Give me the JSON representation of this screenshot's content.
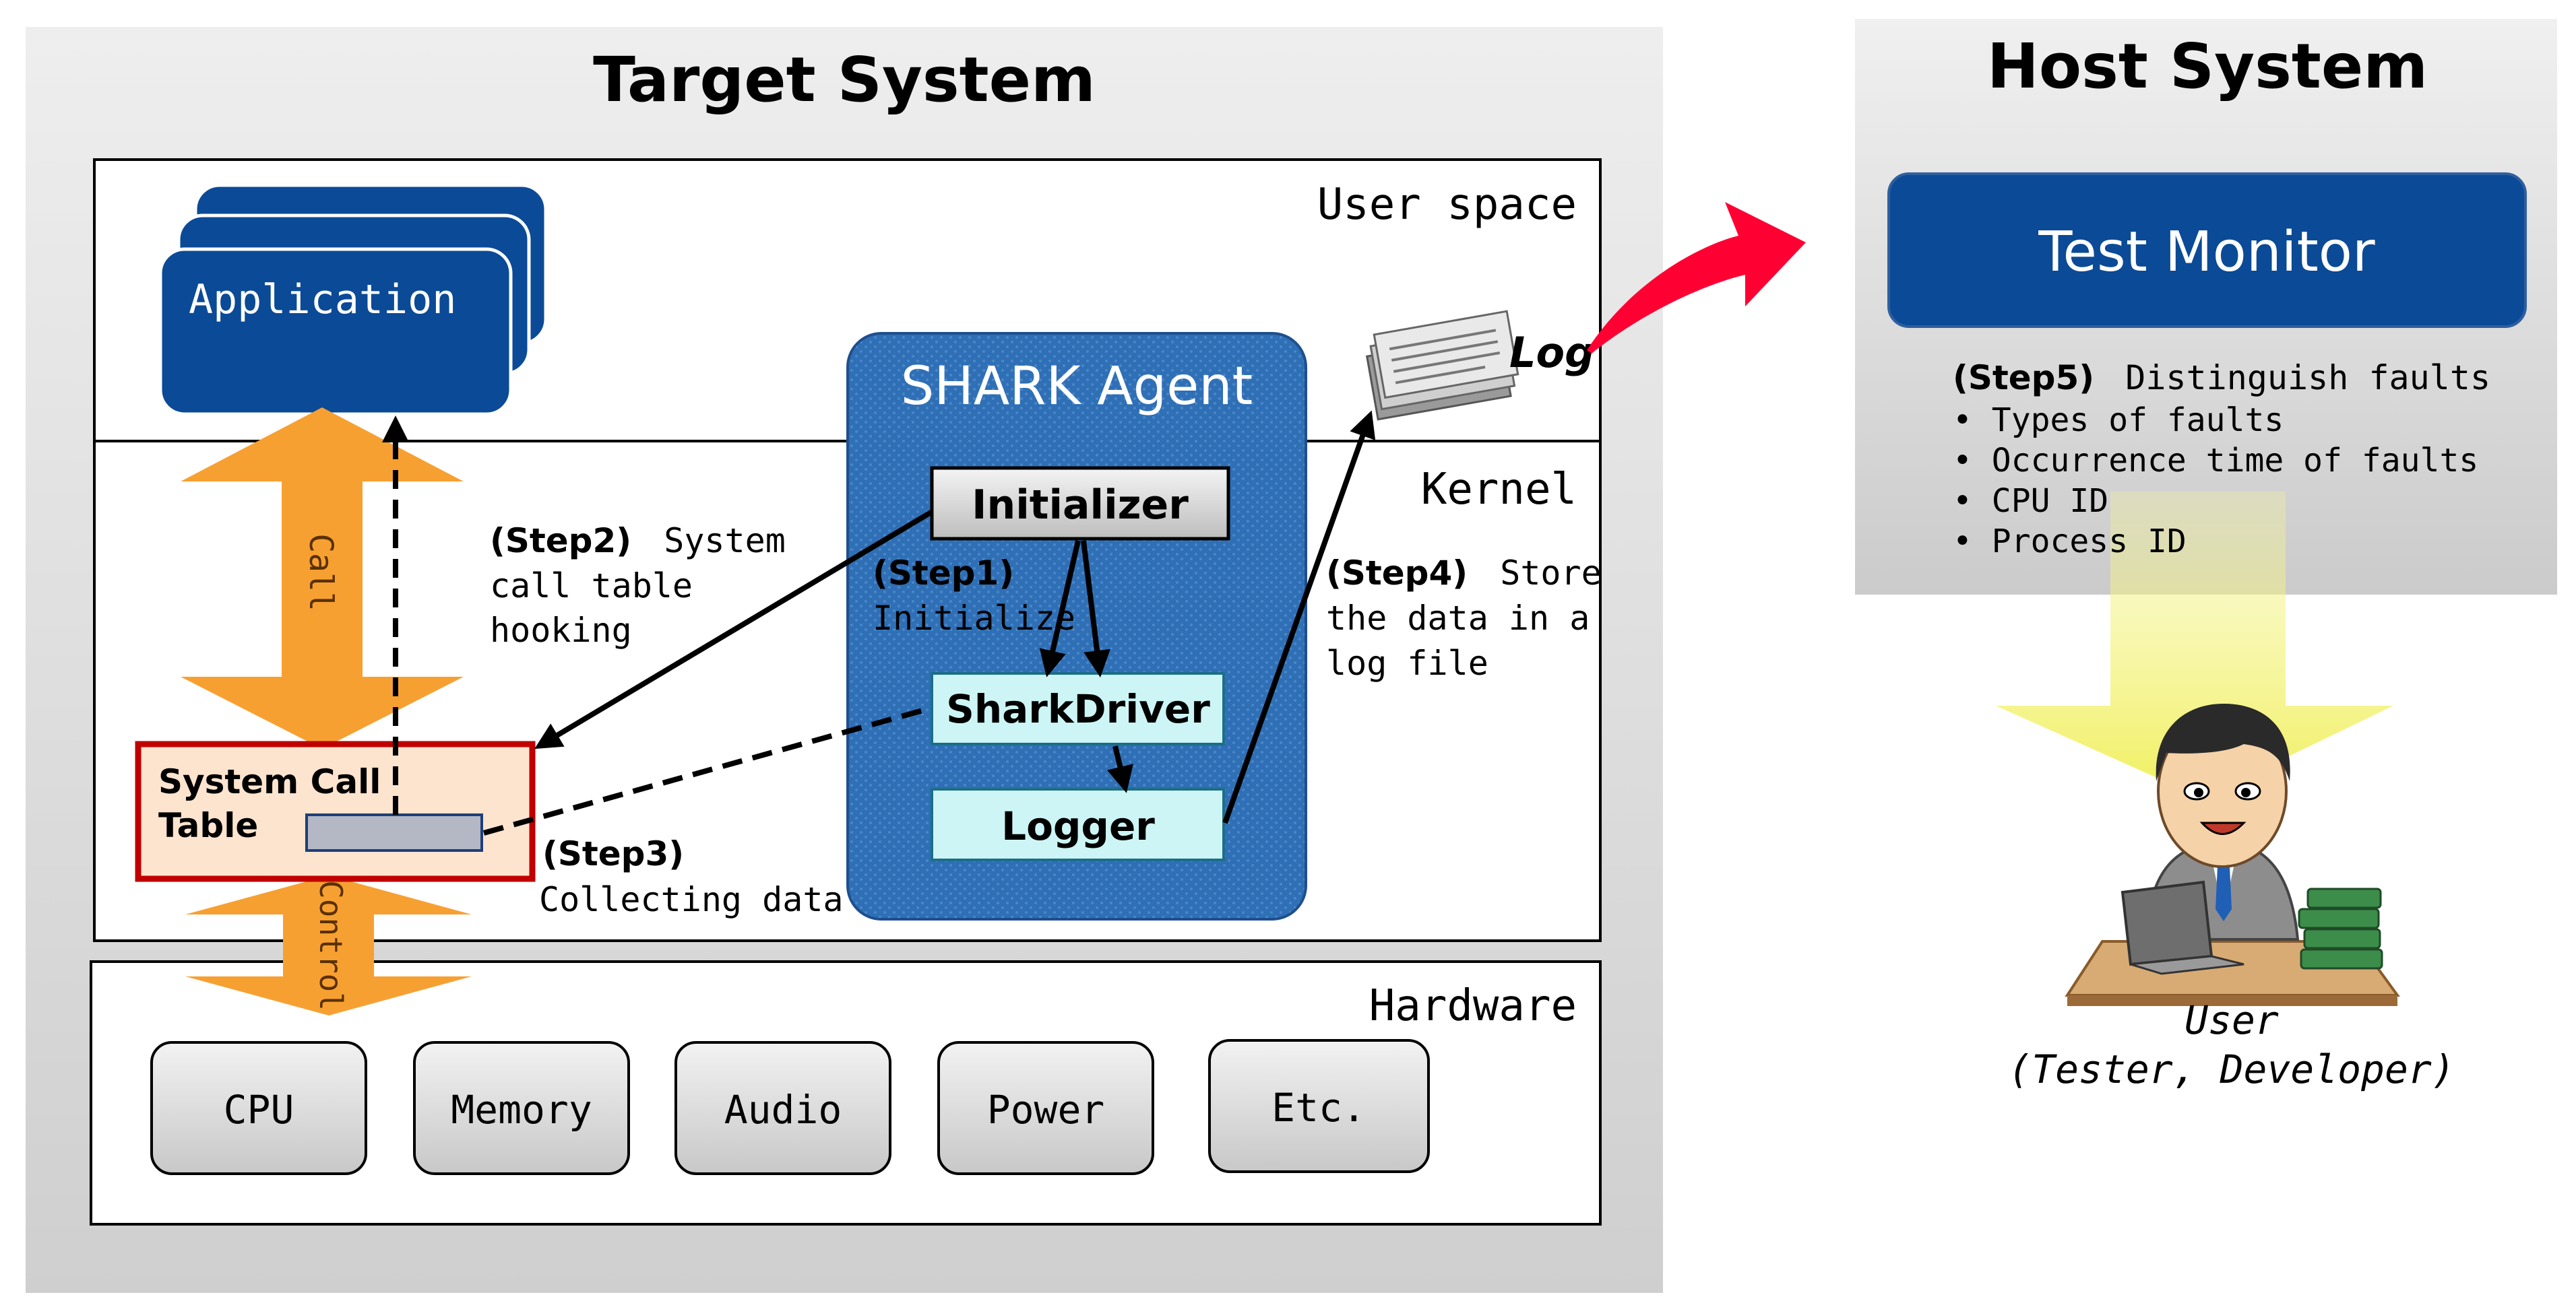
{
  "target": {
    "title": "Target System",
    "user_space_label": "User space",
    "kernel_label": "Kernel",
    "hardware_label": "Hardware",
    "application_label": "Application",
    "call_label": "Call",
    "control_label": "Control",
    "system_call_table_line1": "System Call",
    "system_call_table_line2": "Table",
    "log_label": "Log",
    "agent": {
      "title": "SHARK Agent",
      "initializer": "Initializer",
      "shark_driver": "SharkDriver",
      "logger": "Logger"
    },
    "steps": {
      "step1_tag": "(Step1)",
      "step1_text": "Initialize",
      "step2_tag": "(Step2)",
      "step2_line1": "System",
      "step2_line2": "call table",
      "step2_line3": "hooking",
      "step3_tag": "(Step3)",
      "step3_text": "Collecting data",
      "step4_tag": "(Step4)",
      "step4_line1": "Store",
      "step4_line2": "the data in a",
      "step4_line3": "log file"
    },
    "hardware_items": [
      "CPU",
      "Memory",
      "Audio",
      "Power",
      "Etc."
    ]
  },
  "host": {
    "title": "Host System",
    "test_monitor": "Test Monitor",
    "step5_tag": "(Step5)",
    "step5_text": "Distinguish faults",
    "bullets": [
      "Types of faults",
      "Occurrence time of faults",
      "CPU ID",
      "Process ID"
    ]
  },
  "user": {
    "label": "User",
    "roles": "(Tester, Developer)"
  },
  "colors": {
    "panel_bg": "#e3e3e3",
    "app_blue": "#0b4a96",
    "agent_blue": "#2e6db5",
    "arrow_orange": "#f7a032",
    "syscall_red": "#c00000",
    "syscall_fill": "#fde4cf",
    "cyan_box": "#cdf5f5",
    "log_arrow_red": "#ff0033",
    "beam_yellow": "#f4f37a"
  }
}
